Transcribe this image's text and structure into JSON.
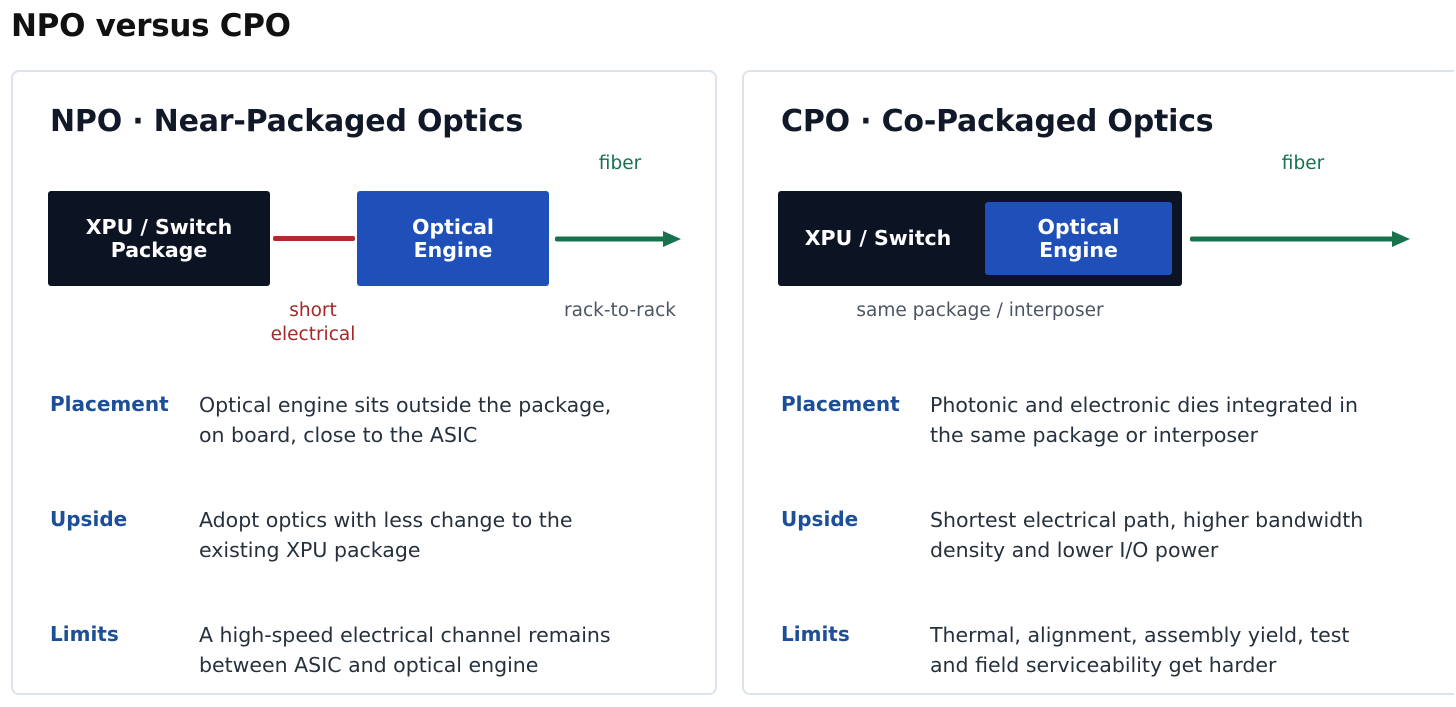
{
  "page": {
    "title": "NPO versus CPO"
  },
  "npo": {
    "title": "NPO · Near-Packaged Optics",
    "diagram": {
      "package_line1": "XPU / Switch",
      "package_line2": "Package",
      "engine_line1": "Optical",
      "engine_line2": "Engine",
      "fiber_label": "fiber",
      "short_line1": "short",
      "short_line2": "electrical",
      "rack_label": "rack-to-rack"
    },
    "rows": [
      {
        "key": "Placement",
        "line1": "Optical engine sits outside the package,",
        "line2": "on board, close to the ASIC"
      },
      {
        "key": "Upside",
        "line1": "Adopt optics with less change to the",
        "line2": "existing XPU package"
      },
      {
        "key": "Limits",
        "line1": "A high-speed electrical channel remains",
        "line2": "between ASIC and optical engine"
      }
    ]
  },
  "cpo": {
    "title": "CPO · Co-Packaged Optics",
    "diagram": {
      "package_label": "XPU / Switch",
      "engine_line1": "Optical",
      "engine_line2": "Engine",
      "fiber_label": "fiber",
      "same_package_label": "same package / interposer"
    },
    "rows": [
      {
        "key": "Placement",
        "line1": "Photonic and electronic dies integrated in",
        "line2": "the same package or interposer"
      },
      {
        "key": "Upside",
        "line1": "Shortest electrical path, higher bandwidth",
        "line2": "density and lower I/O power"
      },
      {
        "key": "Limits",
        "line1": "Thermal, alignment, assembly yield, test",
        "line2": "and field serviceability get harder"
      }
    ]
  },
  "colors": {
    "dark_box": "#0c1423",
    "engine_blue": "#1f4fb8",
    "fiber_green": "#17724e",
    "electrical_red": "#b02a2f",
    "key_blue": "#1d4f98"
  },
  "icons": {
    "fiber_arrow": "arrow-right-icon"
  }
}
